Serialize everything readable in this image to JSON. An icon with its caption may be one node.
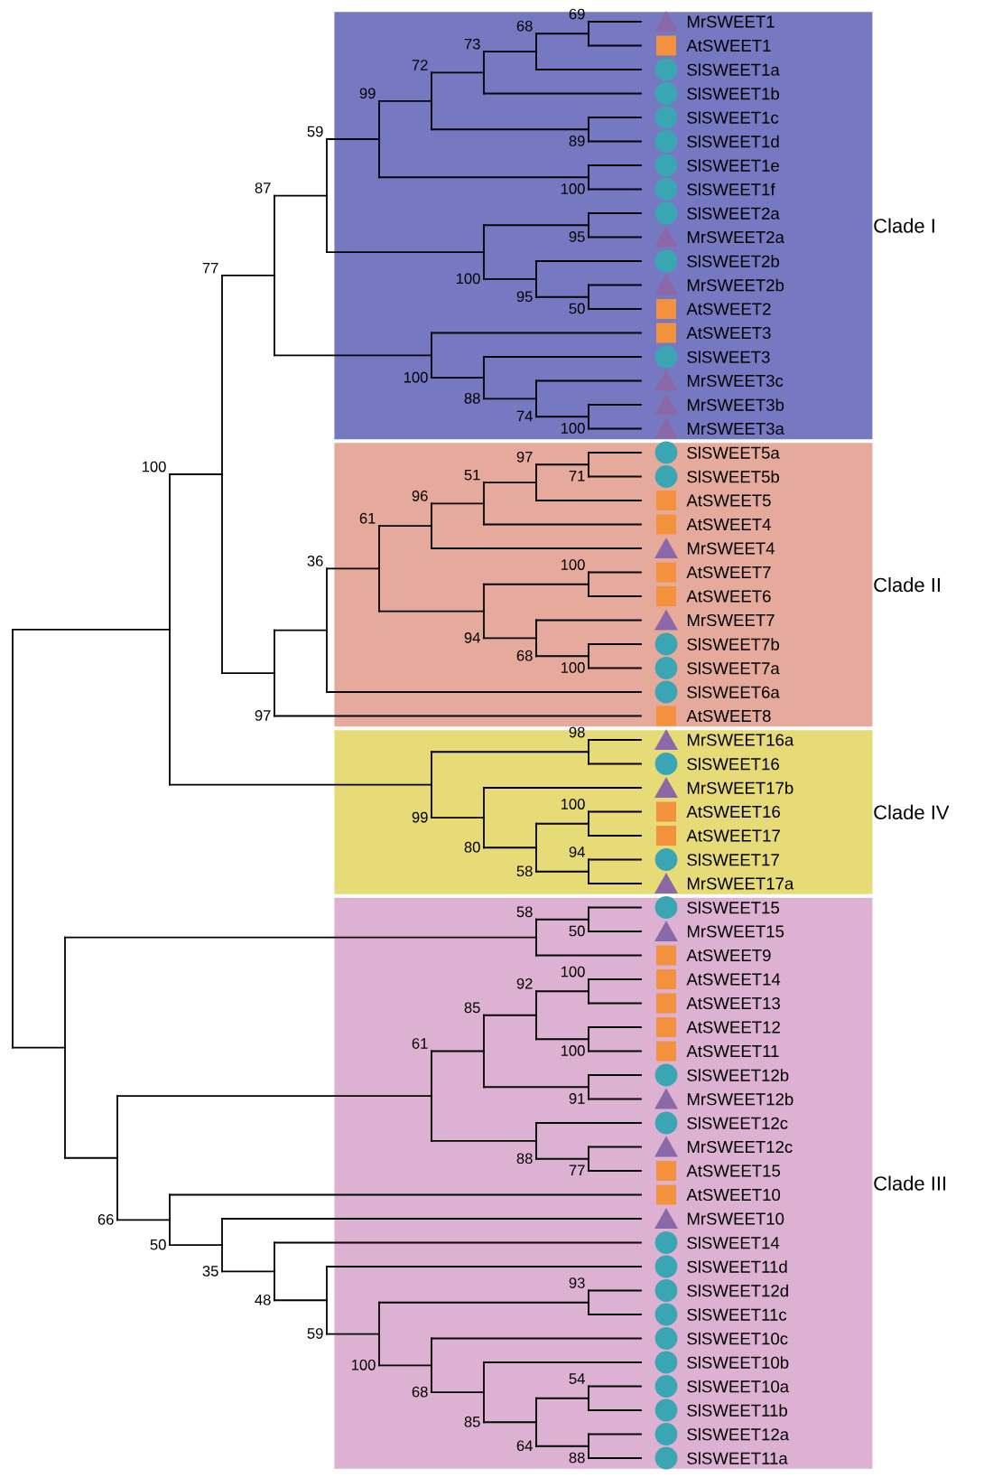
{
  "diagram": {
    "nodes": [
      {
        "text": [
          "Clade I"
        ]
      },
      {
        "text": [
          "Clade II"
        ]
      },
      {
        "text": [
          "Clade IV"
        ]
      },
      {
        "text": [
          "Clade III"
        ]
      }
    ],
    "labels": [
      "MrSWEET1",
      "AtSWEET1",
      "SlSWEET1a",
      "SlSWEET1b",
      "SlSWEET1c",
      "SlSWEET1d",
      "SlSWEET1e",
      "SlSWEET1f",
      "SlSWEET2a",
      "MrSWEET2a",
      "SlSWEET2b",
      "MrSWEET2b",
      "AtSWEET2",
      "AtSWEET3",
      "SlSWEET3",
      "MrSWEET3c",
      "MrSWEET3b",
      "MrSWEET3a",
      "SlSWEET5a",
      "SlSWEET5b",
      "AtSWEET5",
      "AtSWEET4",
      "MrSWEET4",
      "AtSWEET7",
      "AtSWEET6",
      "MrSWEET7",
      "SlSWEET7b",
      "SlSWEET7a",
      "SlSWEET6a",
      "AtSWEET8",
      "MrSWEET16a",
      "SlSWEET16",
      "MrSWEET17b",
      "AtSWEET16",
      "AtSWEET17",
      "SlSWEET17",
      "MrSWEET17a",
      "SlSWEET15",
      "MrSWEET15",
      "AtSWEET9",
      "AtSWEET14",
      "AtSWEET13",
      "AtSWEET12",
      "AtSWEET11",
      "SlSWEET12b",
      "MrSWEET12b",
      "SlSWEET12c",
      "MrSWEET12c",
      "AtSWEET15",
      "AtSWEET10",
      "MrSWEET10",
      "SlSWEET14",
      "SlSWEET11d",
      "SlSWEET12d",
      "SlSWEET11c",
      "SlSWEET10c",
      "SlSWEET10b",
      "SlSWEET10a",
      "SlSWEET11b",
      "SlSWEET12a",
      "SlSWEET11a",
      "69",
      "68",
      "73",
      "72",
      "99",
      "59",
      "89",
      "100",
      "87",
      "95",
      "100",
      "95",
      "50",
      "100",
      "88",
      "74",
      "100",
      "77",
      "97",
      "71",
      "51",
      "96",
      "61",
      "100",
      "100",
      "36",
      "94",
      "68",
      "100",
      "97",
      "98",
      "99",
      "100",
      "80",
      "58",
      "94",
      "58",
      "50",
      "100",
      "92",
      "85",
      "100",
      "61",
      "91",
      "88",
      "77",
      "66",
      "50",
      "35",
      "48",
      "59",
      "93",
      "100",
      "68",
      "54",
      "85",
      "64",
      "88"
    ]
  }
}
